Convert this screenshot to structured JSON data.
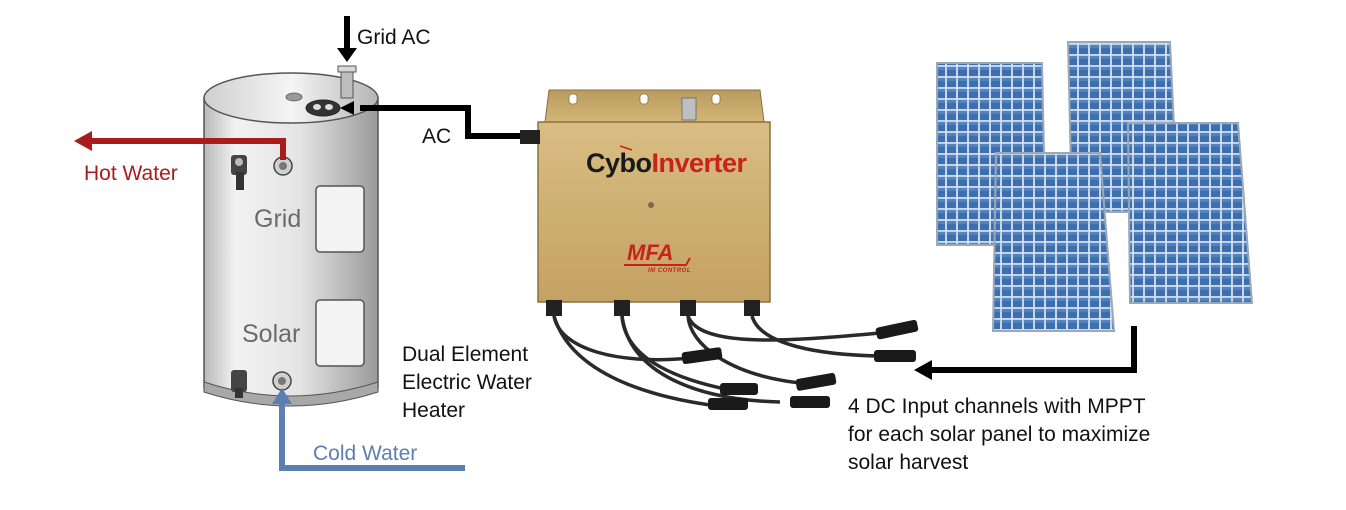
{
  "labels": {
    "grid_ac": "Grid AC",
    "ac": "AC",
    "hot_water": "Hot Water",
    "cold_water": "Cold Water",
    "tank_grid": "Grid",
    "tank_solar": "Solar",
    "heater_line1": "Dual Element",
    "heater_line2": "Electric Water",
    "heater_line3": "Heater",
    "dc_line1": "4 DC Input channels with MPPT",
    "dc_line2": "for each solar panel to maximize",
    "dc_line3": "solar harvest"
  },
  "inverter": {
    "brand_part1": "Cybo",
    "brand_part2": "Inverter",
    "logo_main": "MFA",
    "logo_sub": "IM CONTROL"
  },
  "colors": {
    "hot": "#a81c1c",
    "cold": "#5b7fb0",
    "power": "#000000",
    "inverter_body": "#c9a868",
    "panel_cell": "#3a6db0"
  },
  "icons": {
    "tank": "water-heater-icon",
    "inverter": "inverter-box-icon",
    "panel": "solar-panel-icon"
  }
}
